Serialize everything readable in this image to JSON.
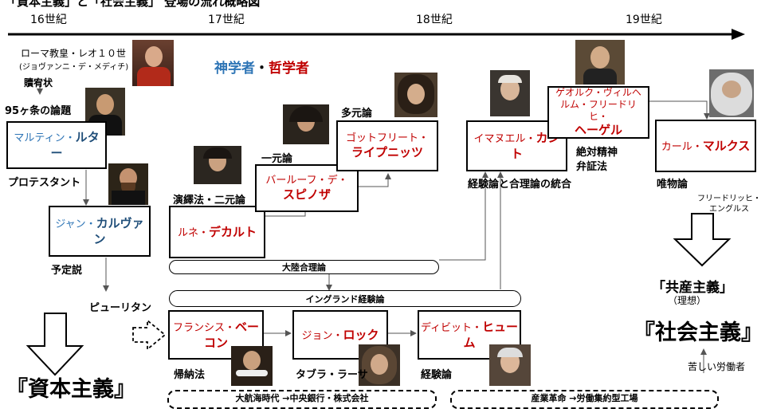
{
  "title": "「資本主義」と「社会主義」 登場の流れ概略図",
  "timeline": [
    "16世紀",
    "17世紀",
    "18世紀",
    "19世紀"
  ],
  "heading": {
    "part1": "神学者",
    "sep": "・",
    "part2": "哲学者"
  },
  "leo": {
    "line1": "ローマ教皇・レオ１０世",
    "line2": "(ジョヴァンニ・デ・メディチ)"
  },
  "labels": {
    "indulgence": "贖宥状",
    "theses": "95ヶ条の論題",
    "protestant": "プロテスタント",
    "predestination": "予定説",
    "puritan": "ピューリタン",
    "deduction": "演繹法・二元論",
    "monism": "一元論",
    "pluralism": "多元論",
    "integration": "経験論と合理論の統合",
    "absolute_spirit": "絶対精神",
    "dialectic": "弁証法",
    "materialism": "唯物論",
    "induction": "帰納法",
    "tabula": "タブラ・ラーサ",
    "empiricism": "経験論",
    "engels": "フリードリッヒ・エングルス",
    "communism": "「共産主義」",
    "ideal": "（理想）",
    "socialism": "『社会主義』",
    "capitalism": "『資本主義』",
    "workers": "苦しい労働者"
  },
  "people": {
    "luther": {
      "pre": "マルティン・",
      "main": "ルター"
    },
    "calvin": {
      "pre": "ジャン・",
      "main": "カルヴァン"
    },
    "descartes": {
      "pre": "ルネ・",
      "main": "デカルト"
    },
    "spinoza": {
      "pre": "バールーフ・デ・",
      "main": "スピノザ"
    },
    "leibniz": {
      "pre": "ゴットフリート・",
      "main": "ライプニッツ"
    },
    "kant": {
      "pre": "イマヌエル・",
      "main": "カント"
    },
    "hegel": {
      "pre": "ゲオルク・ヴィルヘルム・フリードリヒ・",
      "main": "ヘーゲル"
    },
    "marx": {
      "pre": "カール・",
      "main": "マルクス"
    },
    "bacon": {
      "pre": "フランシス・",
      "main": "ベーコン"
    },
    "locke": {
      "pre": "ジョン・",
      "main": "ロック"
    },
    "hume": {
      "pre": "ディビット・",
      "main": "ヒューム"
    }
  },
  "schools": {
    "continental": "大陸合理論",
    "british": "イングランド経験論"
  },
  "bottom": {
    "left": "大航海時代 →中央銀行・株式会社",
    "right": "産業革命 →労働集約型工場"
  },
  "colors": {
    "blue": "#2e75b6",
    "red": "#c00000"
  }
}
